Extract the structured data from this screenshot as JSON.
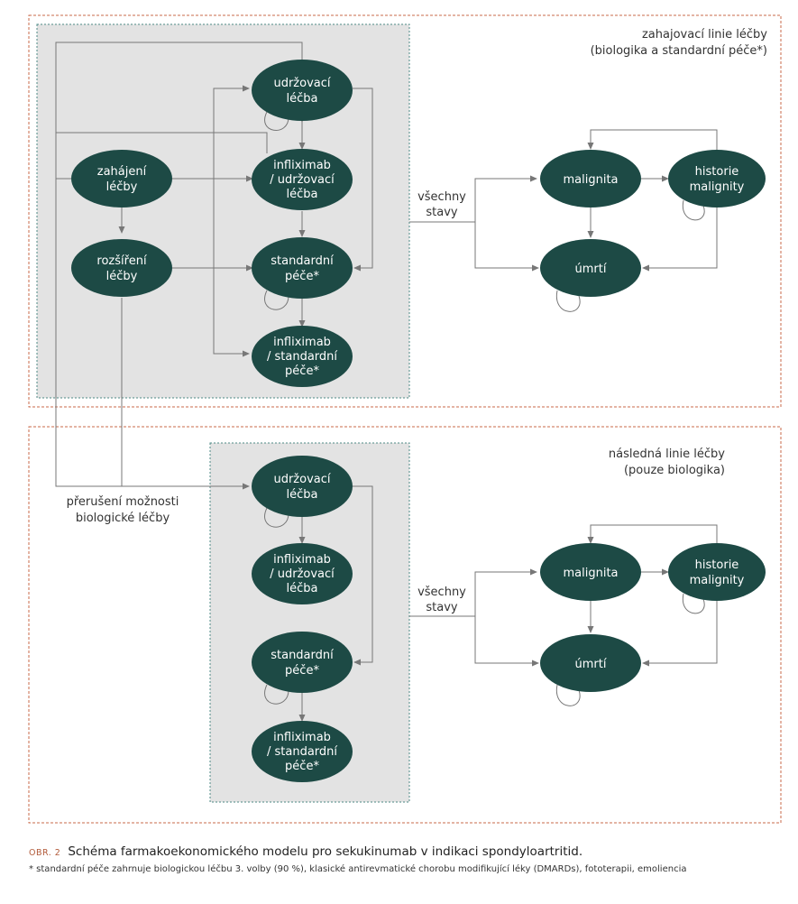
{
  "panels": {
    "top": {
      "label_line1": "zahajovací linie léčby",
      "label_line2": "(biologika a standardní péče*)"
    },
    "bottom": {
      "label_line1": "následná linie léčby",
      "label_line2": "(pouze biologika)"
    }
  },
  "nodes": {
    "udrzovaci": [
      "udržovací",
      "léčba"
    ],
    "infliximab_udrzovaci": [
      "infliximab",
      "/ udržovací",
      "léčba"
    ],
    "standardni": [
      "standardní",
      "péče*"
    ],
    "infliximab_standardni": [
      "infliximab",
      "/ standardní",
      "péče*"
    ],
    "zahajeni": [
      "zahájení",
      "léčby"
    ],
    "rozsireni": [
      "rozšíření",
      "léčby"
    ],
    "malignita": [
      "malignita"
    ],
    "historie": [
      "historie",
      "malignity"
    ],
    "umrti": [
      "úmrtí"
    ]
  },
  "labels": {
    "vsechny_stavy": [
      "všechny",
      "stavy"
    ],
    "preruseni": [
      "přerušení možnosti",
      "biologické léčby"
    ]
  },
  "caption": {
    "prefix": "OBR. 2",
    "title": "Schéma farmakoekonomického modelu pro sekukinumab v indikaci spondyloartritid.",
    "note": "* standardní péče zahrnuje biologickou léčbu 3. volby (90 %), klasické antirevmatické chorobu modifikující léky (DMARDs), fototerapii, emoliencia"
  },
  "colors": {
    "node_fill": "#1d4a45",
    "panel_border": "#c86a4a",
    "gray_box": "#e3e3e3",
    "gray_box_border": "#4d8a86",
    "edge": "#777777"
  }
}
